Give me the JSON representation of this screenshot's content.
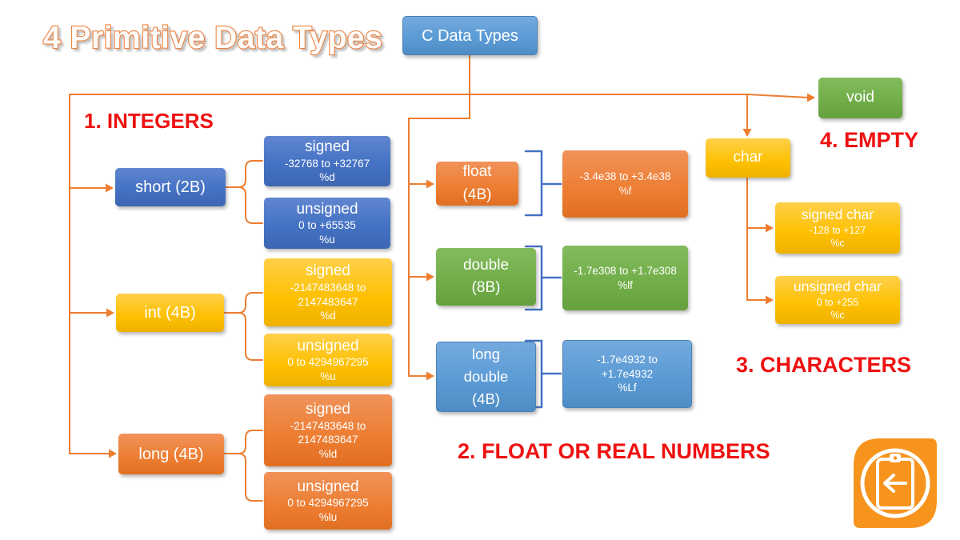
{
  "title": "4 Primitive Data Types",
  "root": {
    "label": "C Data Types"
  },
  "headings": {
    "integers": "1. INTEGERS",
    "floats": "2. FLOAT OR REAL NUMBERS",
    "characters": "3. CHARACTERS",
    "empty": "4. EMPTY"
  },
  "integers": {
    "short": {
      "label": "short (2B)",
      "signed": {
        "title": "signed",
        "line1": "-32768 to +32767",
        "line2": "%d"
      },
      "unsigned": {
        "title": "unsigned",
        "line1": "0 to +65535",
        "line2": "%u"
      }
    },
    "int": {
      "label": "int (4B)",
      "signed": {
        "title": "signed",
        "line1": "-2147483648 to",
        "line2": "2147483647",
        "line3": "%d"
      },
      "unsigned": {
        "title": "unsigned",
        "line1": "0 to 4294967295",
        "line2": "%u"
      }
    },
    "long": {
      "label": "long (4B)",
      "signed": {
        "title": "signed",
        "line1": "-2147483648 to",
        "line2": "2147483647",
        "line3": "%ld"
      },
      "unsigned": {
        "title": "unsigned",
        "line1": "0 to 4294967295",
        "line2": "%lu"
      }
    }
  },
  "floats": {
    "float": {
      "line1": "float",
      "line2": "(4B)",
      "range1": "-3.4e38 to +3.4e38",
      "range2": "%f"
    },
    "double": {
      "line1": "double",
      "line2": "(8B)",
      "range1": "-1.7e308 to +1.7e308",
      "range2": "%lf"
    },
    "long_double": {
      "line1": "long",
      "line2": "double",
      "line3": "(4B)",
      "range1": "-1.7e4932 to",
      "range2": "+1.7e4932",
      "range3": "%Lf"
    }
  },
  "characters": {
    "char": {
      "label": "char"
    },
    "signed_char": {
      "title": "signed char",
      "line1": "-128 to +127",
      "line2": "%c"
    },
    "unsigned_char": {
      "title": "unsigned char",
      "line1": "0 to +255",
      "line2": "%c"
    }
  },
  "empty": {
    "void": {
      "label": "void"
    }
  },
  "colors": {
    "blue_dark": "#4472C4",
    "blue_light": "#5B9BD5",
    "gold": "#FFC000",
    "orange": "#ED7D31",
    "green": "#70AD47",
    "heading_red": "#EE1111",
    "connector_orange": "#ED7D31",
    "bracket_blue": "#4472C4",
    "logo_orange": "#F7941E"
  },
  "icons": {
    "logo": "clipboard-back-arrow"
  }
}
